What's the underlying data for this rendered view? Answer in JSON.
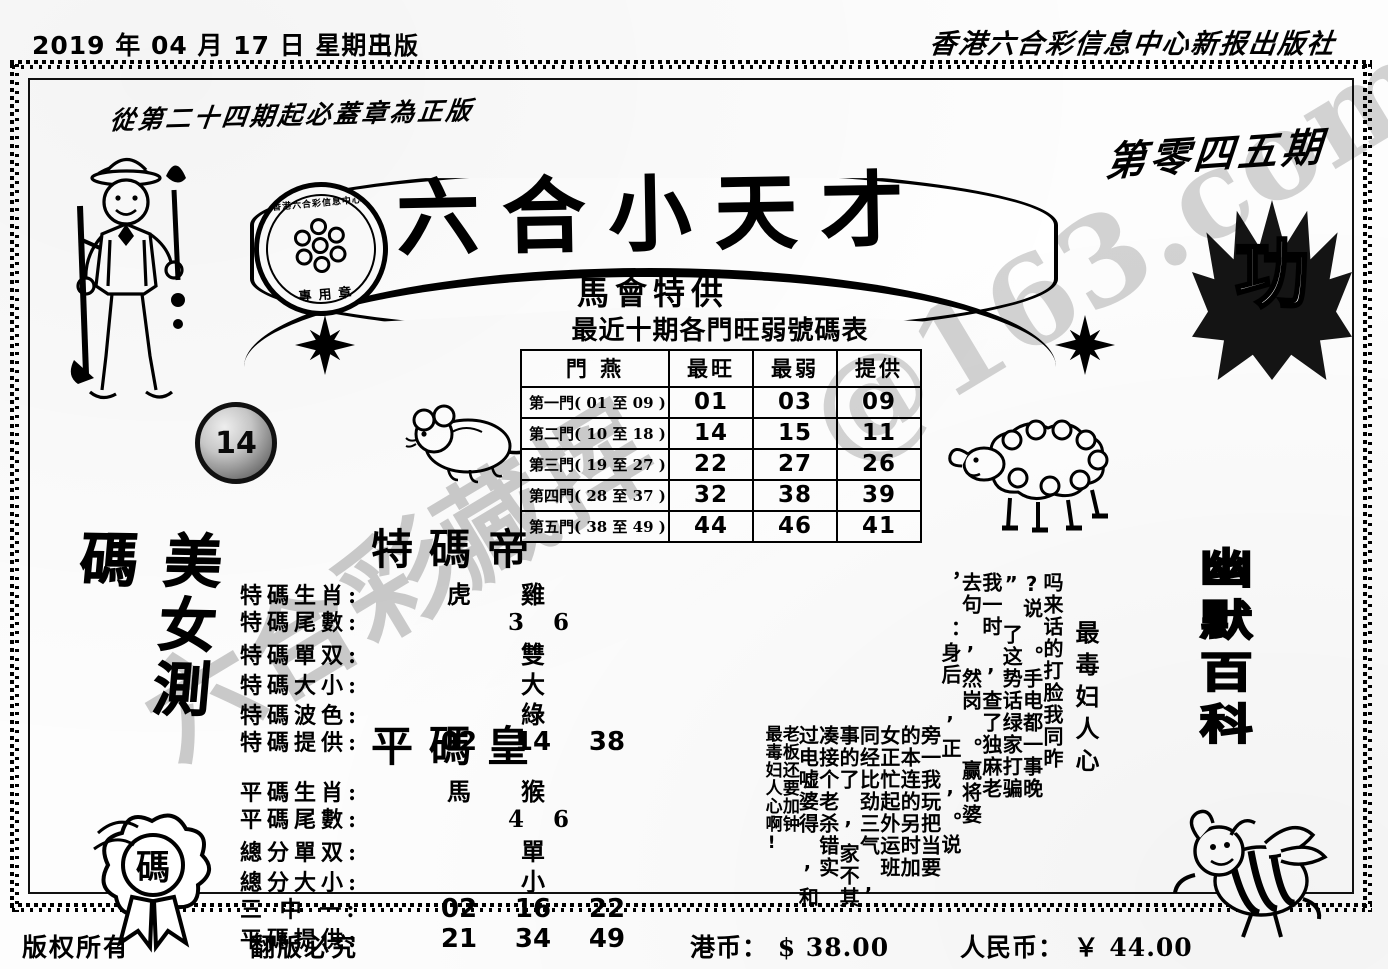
{
  "masthead": {
    "date": "2019 年 04 月 17 日 星期三",
    "publish_label": "出版",
    "publisher": "香港六合彩信息中心新报出版社"
  },
  "header": {
    "verify_note": "從第二十四期起必蓋章為正版",
    "issue_number": "第零四五期",
    "main_title": "六合小天才",
    "subtitle": "馬會特供",
    "seal": {
      "top_text": "香港六合彩信息中心",
      "bottom_text": "專用章"
    },
    "lottery_ball": "14"
  },
  "gate_table": {
    "title": "最近十期各門旺弱號碼表",
    "columns": [
      "門  燕",
      "最旺",
      "最弱",
      "提供"
    ],
    "rows": [
      {
        "label": "第一門( 01 至 09 )",
        "hot": "01",
        "cold": "03",
        "offer": "09"
      },
      {
        "label": "第二門( 10 至 18 )",
        "hot": "14",
        "cold": "15",
        "offer": "11"
      },
      {
        "label": "第三門( 19 至 27 )",
        "hot": "22",
        "cold": "27",
        "offer": "26"
      },
      {
        "label": "第四門( 28 至 37 )",
        "hot": "32",
        "cold": "38",
        "offer": "39"
      },
      {
        "label": "第五門( 38 至 49 )",
        "hot": "44",
        "cold": "46",
        "offer": "41"
      }
    ]
  },
  "special_block": {
    "heading": "特碼帝",
    "rows": [
      {
        "label": "特碼生肖:",
        "values": [
          "虎",
          "雞"
        ],
        "style": "pair"
      },
      {
        "label": "特碼尾數:",
        "values": [
          "3",
          "6"
        ],
        "style": "tail"
      },
      {
        "label": "特碼單双:",
        "values": [
          "雙"
        ],
        "style": "single"
      },
      {
        "label": "特碼大小:",
        "values": [
          "大"
        ],
        "style": "single"
      },
      {
        "label": "特碼波色:",
        "values": [
          "綠"
        ],
        "style": "single"
      },
      {
        "label": "特碼提供:",
        "values": [
          "02",
          "14",
          "38"
        ],
        "style": "nums"
      }
    ]
  },
  "plain_block": {
    "heading": "平碼皇",
    "rows": [
      {
        "label": "平碼生肖:",
        "values": [
          "馬",
          "猴"
        ],
        "style": "pair"
      },
      {
        "label": "平碼尾數:",
        "values": [
          "4",
          "6"
        ],
        "style": "tail"
      },
      {
        "label": "總分單双:",
        "values": [
          "單"
        ],
        "style": "single"
      },
      {
        "label": "總分大小:",
        "values": [
          "小"
        ],
        "style": "single"
      },
      {
        "label": "三 中 一:",
        "values": [
          "02",
          "16",
          "22"
        ],
        "style": "nums"
      },
      {
        "label": "平碼提供:",
        "values": [
          "21",
          "34",
          "49"
        ],
        "style": "nums"
      }
    ]
  },
  "side_text": {
    "left_calligraphy": "美女測碼",
    "right_slogan": "最毒妇人心",
    "right_seal_script": "幽默百科",
    "merit_char": "功",
    "rosette_char": "碼"
  },
  "story": {
    "columns": [
      "吗来话的打脸我同昨",
      "?说 。手电都一事晚",
      "” 了这势话绿家打骗",
      "我一时 ’查了独麻老",
      "去句 ’然岗 。赢将婆",
      "， ：身后 ’正 ’。说",
      "旁一我玩把当要",
      "的本连的另时加",
      "女正忙起外运班",
      "同经比劲三气 ’",
      "事的了 ’家不其",
      "凑接个老杀错实",
      "过电嘘婆得 ’和"
    ],
    "inset_left": "最毒妇人心啊!",
    "inset_mid": "老板还要加钟"
  },
  "footer": {
    "copyright": "版权所有",
    "reprint": "翻版必究",
    "hkd": "港币： $ 38.00",
    "cny": "人民币： ￥ 44.00"
  },
  "watermark": {
    "line1": "六合彩藏挥",
    "line2": "@163.com"
  }
}
